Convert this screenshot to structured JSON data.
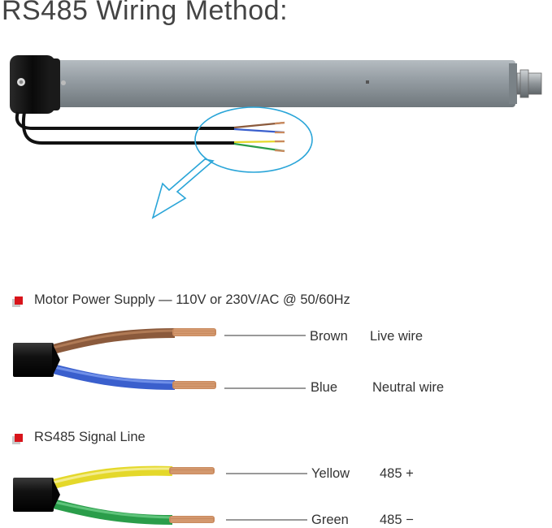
{
  "title": "RS485 Wiring Method:",
  "sections": [
    {
      "heading": "Motor Power Supply — 110V or 230V/AC @ 50/60Hz",
      "wires": [
        {
          "color_name": "Brown",
          "function": "Live wire",
          "color": "#8b5a3c"
        },
        {
          "color_name": "Blue",
          "function": "Neutral wire",
          "color": "#3a5fcd"
        }
      ]
    },
    {
      "heading": "RS485 Signal Line",
      "wires": [
        {
          "color_name": "Yellow",
          "function": "485 +",
          "color": "#e4d82a"
        },
        {
          "color_name": "Green",
          "function": "485 −",
          "color": "#2a9d4a"
        }
      ]
    }
  ],
  "colors": {
    "bullet": "#d8141b",
    "tube": "#8e979d",
    "callout": "#2aa5d8",
    "cable_sheath": "#111111",
    "copper": "#c98a5e"
  }
}
